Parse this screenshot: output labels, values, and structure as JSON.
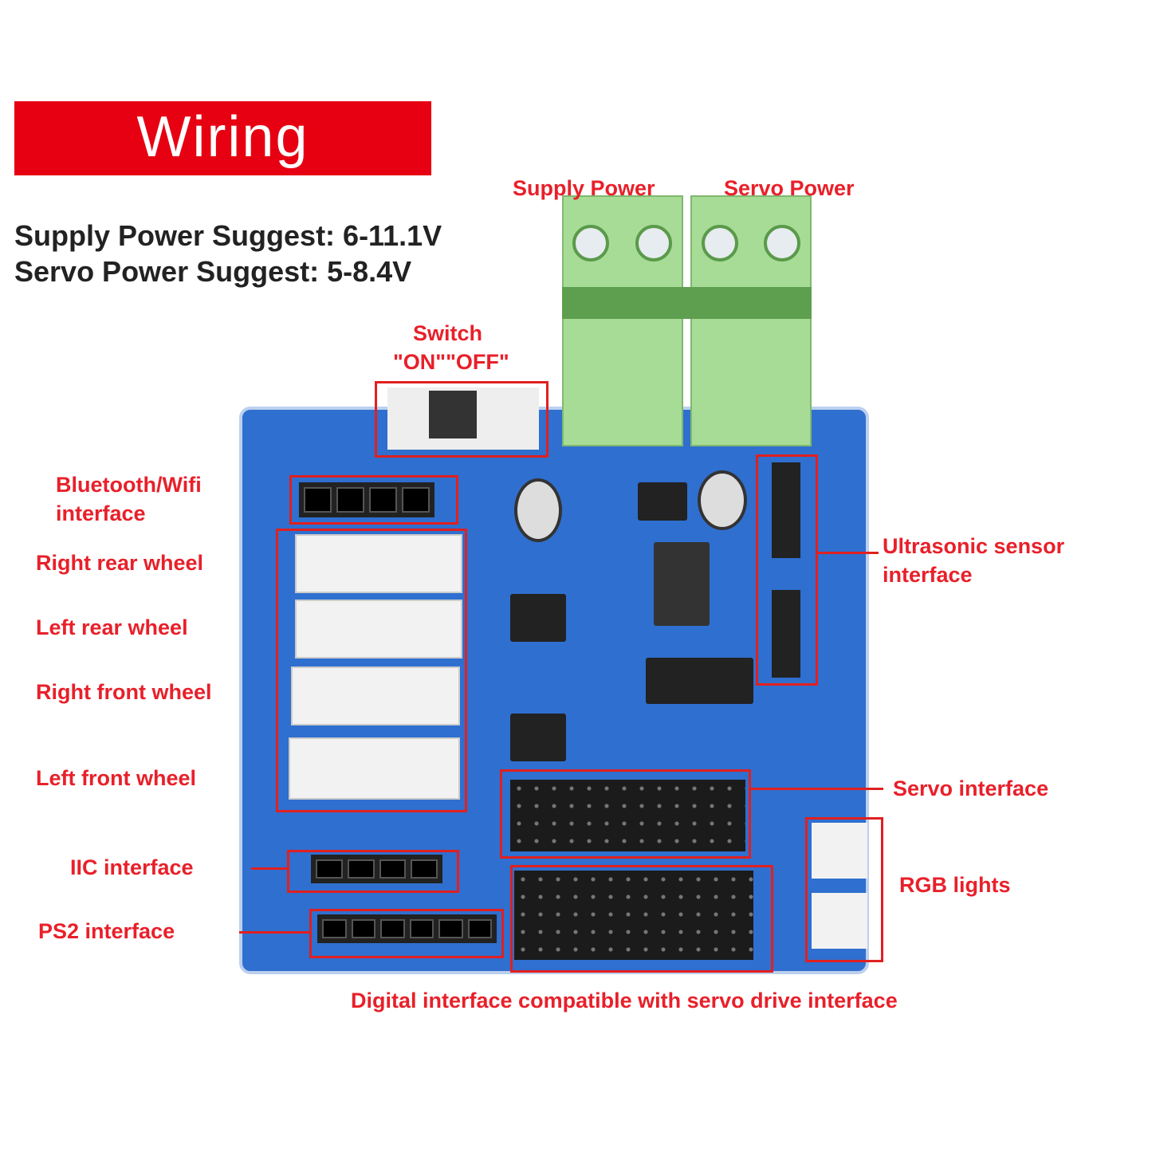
{
  "title": "Wiring",
  "specs": {
    "supply": "Supply Power Suggest: 6-11.1V",
    "servo": "Servo Power Suggest: 5-8.4V"
  },
  "labels": {
    "supply_power": "Supply Power",
    "servo_power": "Servo Power",
    "switch_line1": "Switch",
    "switch_line2": "\"ON\"\"OFF\"",
    "bluetooth_line1": "Bluetooth/Wifi",
    "bluetooth_line2": "interface",
    "right_rear": "Right rear wheel",
    "left_rear": "Left rear wheel",
    "right_front": "Right front wheel",
    "left_front": "Left front wheel",
    "iic": "IIC interface",
    "ps2": "PS2 interface",
    "ultrasonic_line1": "Ultrasonic sensor",
    "ultrasonic_line2": "interface",
    "servo_interface": "Servo interface",
    "rgb": "RGB lights",
    "digital": "Digital interface compatible with servo drive interface"
  },
  "colors": {
    "accent": "#e60012",
    "board": "#2f6fcf",
    "terminal": "#a7dc97"
  }
}
